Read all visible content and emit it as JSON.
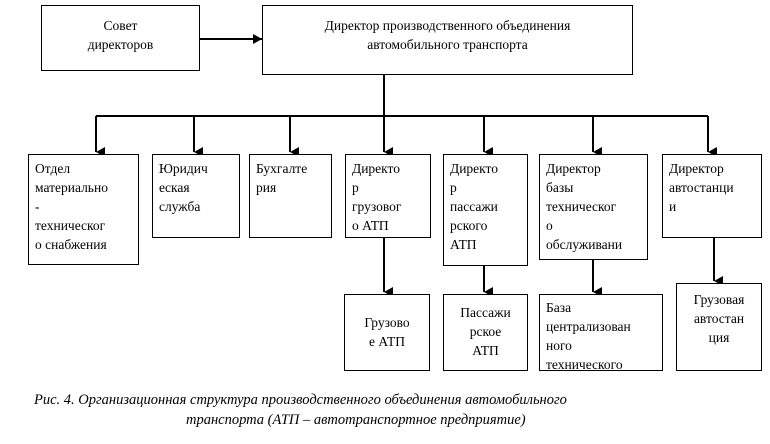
{
  "nodes": {
    "board": {
      "text": "Совет\nдиректоров"
    },
    "director": {
      "text": "Директор производственного объединения\nавтомобильного транспорта"
    },
    "supply": {
      "text": "Отдел\nматериально\n-\nтехническог\nо снабжения"
    },
    "legal": {
      "text": "Юридич\neская\nслужба"
    },
    "accounting": {
      "text": "Бухгалте\nрия"
    },
    "dir_cargo": {
      "text": "Директо\nр\nгрузовог\nо АТП"
    },
    "dir_pass": {
      "text": "Директо\nр\nпассажи\nрского\nАТП"
    },
    "dir_base": {
      "text": "Директор\nбазы\nтехническог\nо\nобслуживани\nя"
    },
    "dir_station": {
      "text": "Директор\nавтостанци\nи"
    },
    "atp_cargo": {
      "text": "Грузово\nе АТП"
    },
    "atp_pass": {
      "text": "Пассажи\nрское\nАТП"
    },
    "base_central": {
      "text": "База\nцентрализован\nного\nтехнического"
    },
    "station_cargo": {
      "text": "Грузовая\nавтостан\nция"
    }
  },
  "caption": {
    "line1": "Рис. 4. Организационная структура производственного объединения автомобильного",
    "line2": "транспорта (АТП – автотранспортное предприятие)"
  }
}
